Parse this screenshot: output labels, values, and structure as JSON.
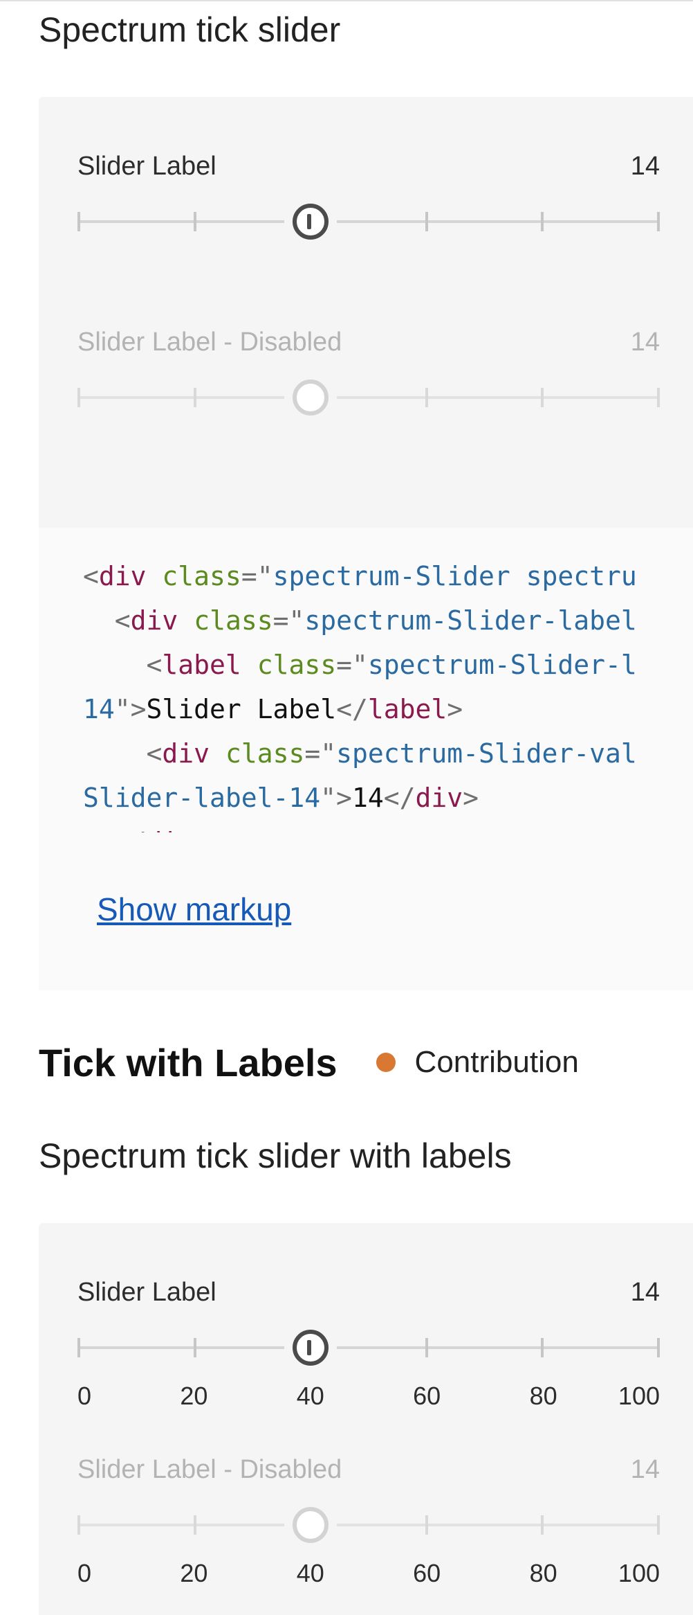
{
  "section1": {
    "heading": "Spectrum tick slider",
    "slider_enabled": {
      "label": "Slider Label",
      "value_text": "14",
      "handle_fraction": 0.4
    },
    "slider_disabled": {
      "label": "Slider Label - Disabled",
      "value_text": "14",
      "handle_fraction": 0.4
    },
    "code": {
      "lines": [
        [
          {
            "t": "<",
            "c": "p"
          },
          {
            "t": "div",
            "c": "tag"
          },
          {
            "t": " ",
            "c": "txt"
          },
          {
            "t": "class",
            "c": "attr"
          },
          {
            "t": "=\"",
            "c": "p"
          },
          {
            "t": "spectrum-Slider spectru",
            "c": "str"
          }
        ],
        [
          {
            "t": "  ",
            "c": "txt"
          },
          {
            "t": "<",
            "c": "p"
          },
          {
            "t": "div",
            "c": "tag"
          },
          {
            "t": " ",
            "c": "txt"
          },
          {
            "t": "class",
            "c": "attr"
          },
          {
            "t": "=\"",
            "c": "p"
          },
          {
            "t": "spectrum-Slider-label",
            "c": "str"
          }
        ],
        [
          {
            "t": "    ",
            "c": "txt"
          },
          {
            "t": "<",
            "c": "p"
          },
          {
            "t": "label",
            "c": "tag"
          },
          {
            "t": " ",
            "c": "txt"
          },
          {
            "t": "class",
            "c": "attr"
          },
          {
            "t": "=\"",
            "c": "p"
          },
          {
            "t": "spectrum-Slider-l",
            "c": "str"
          }
        ],
        [
          {
            "t": "14",
            "c": "str"
          },
          {
            "t": "\">",
            "c": "p"
          },
          {
            "t": "Slider Label",
            "c": "txt"
          },
          {
            "t": "</",
            "c": "p"
          },
          {
            "t": "label",
            "c": "tag"
          },
          {
            "t": ">",
            "c": "p"
          }
        ],
        [
          {
            "t": "    ",
            "c": "txt"
          },
          {
            "t": "<",
            "c": "p"
          },
          {
            "t": "div",
            "c": "tag"
          },
          {
            "t": " ",
            "c": "txt"
          },
          {
            "t": "class",
            "c": "attr"
          },
          {
            "t": "=\"",
            "c": "p"
          },
          {
            "t": "spectrum-Slider-val",
            "c": "str"
          }
        ],
        [
          {
            "t": "Slider-label-14",
            "c": "str"
          },
          {
            "t": "\">",
            "c": "p"
          },
          {
            "t": "14",
            "c": "txt"
          },
          {
            "t": "</",
            "c": "p"
          },
          {
            "t": "div",
            "c": "tag"
          },
          {
            "t": ">",
            "c": "p"
          }
        ],
        [
          {
            "t": "  ",
            "c": "txt"
          },
          {
            "t": "</",
            "c": "p"
          },
          {
            "t": "div",
            "c": "tag"
          },
          {
            "t": ">",
            "c": "p"
          }
        ]
      ]
    },
    "show_markup_label": "Show markup"
  },
  "section2": {
    "title": "Tick with Labels",
    "status": {
      "label": "Contribution",
      "color": "#d97832"
    },
    "heading": "Spectrum tick slider with labels",
    "slider_enabled": {
      "label": "Slider Label",
      "value_text": "14",
      "handle_fraction": 0.4
    },
    "slider_disabled": {
      "label": "Slider Label - Disabled",
      "value_text": "14",
      "handle_fraction": 0.4
    },
    "tick_labels": [
      "0",
      "20",
      "40",
      "60",
      "80",
      "100"
    ]
  },
  "colors": {
    "link": "#1659b8",
    "demo_background": "#f5f5f5",
    "handle": "#4b4b4b"
  }
}
